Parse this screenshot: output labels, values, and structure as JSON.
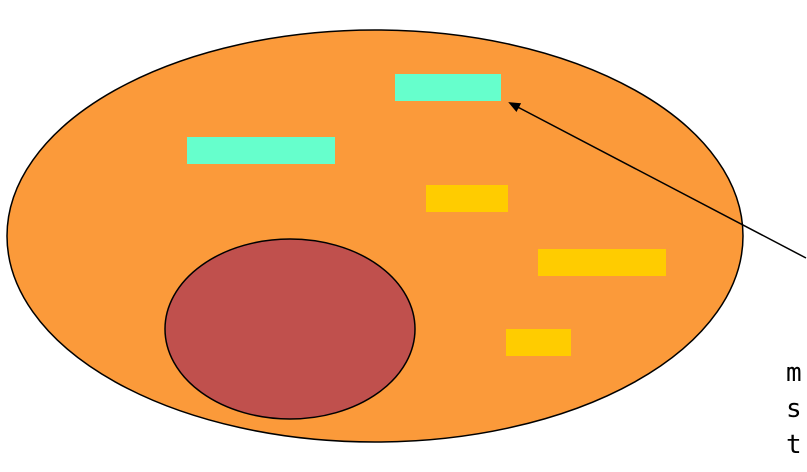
{
  "diagram": {
    "colors": {
      "cytoplasm": "#fb9a3a",
      "nucleus": "#c0504d",
      "teal_organelle": "#66ffcc",
      "yellow_organelle": "#ffcc00",
      "outline": "#000000"
    },
    "annotation_lines": [
      "m",
      "s",
      "t"
    ]
  }
}
